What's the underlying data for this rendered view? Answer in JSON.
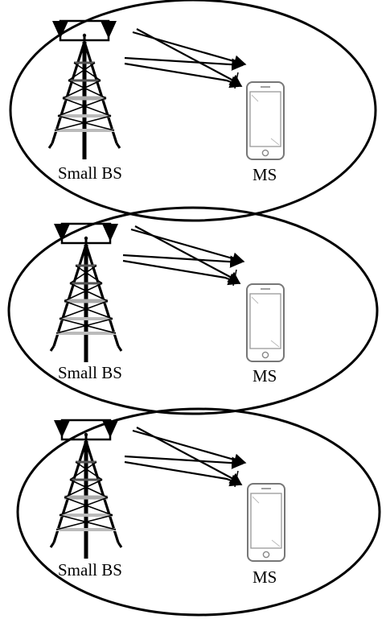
{
  "cells": [
    {
      "bs_label": "Small BS",
      "ms_label": "MS"
    },
    {
      "bs_label": "Small BS",
      "ms_label": "MS"
    },
    {
      "bs_label": "Small BS",
      "ms_label": "MS"
    }
  ]
}
